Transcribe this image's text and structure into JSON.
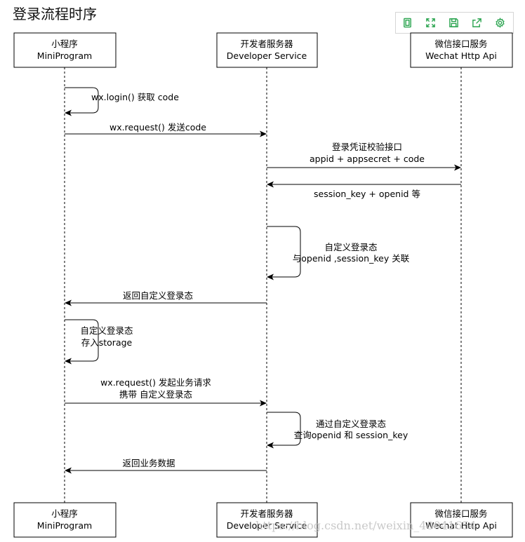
{
  "title": "登录流程时序",
  "toolbar": {
    "color": "#2aa44f",
    "icons": [
      "page-icon",
      "fullscreen-icon",
      "save-icon",
      "share-icon",
      "settings-icon"
    ]
  },
  "participants": [
    {
      "line1": "小程序",
      "line2": "MiniProgram"
    },
    {
      "line1": "开发者服务器",
      "line2": "Developer Service"
    },
    {
      "line1": "微信接口服务",
      "line2": "Wechat Http Api"
    }
  ],
  "messages": {
    "m1": "wx.login() 获取 code",
    "m2": "wx.request() 发送code",
    "m3a": "登录凭证校验接口",
    "m3b": "appid + appsecret + code",
    "m4": "session_key + openid 等",
    "m5a": "自定义登录态",
    "m5b": "与openid ,session_key 关联",
    "m6": "返回自定义登录态",
    "m7a": "自定义登录态",
    "m7b": "存入storage",
    "m8a": "wx.request() 发起业务请求",
    "m8b": "携带 自定义登录态",
    "m9a": "通过自定义登录态",
    "m9b": "查询openid 和 session_key",
    "m10": "返回业务数据"
  },
  "watermark": "https://blog.csdn.net/weixin_40041654"
}
